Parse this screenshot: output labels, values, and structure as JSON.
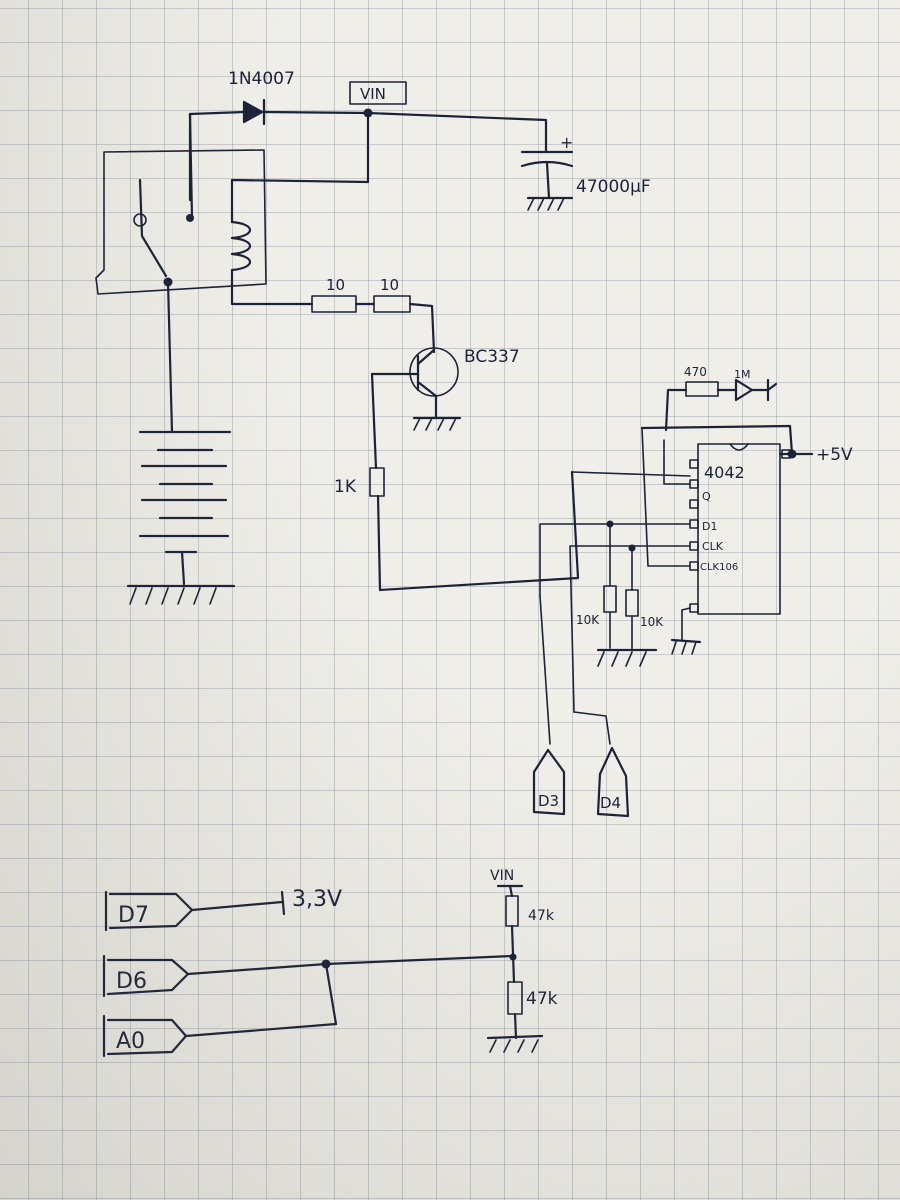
{
  "labels": {
    "diode": "1N4007",
    "vin_top": "VIN",
    "capacitor_plus": "+",
    "capacitor": "47000µF",
    "r1": "10",
    "r2": "10",
    "transistor": "BC337",
    "r_base": "1K",
    "r_led": "470",
    "led": "1M",
    "supply": "+5V",
    "ic": "4042",
    "ic_pin_q": "Q",
    "ic_pin_d1": "D1",
    "ic_pin_clk": "CLK",
    "ic_pin_clk106": "CLK106",
    "r_pull1": "10K",
    "r_pull2": "10K",
    "conn_d3": "D3",
    "conn_d4": "D4",
    "conn_d7": "D7",
    "conn_d6": "D6",
    "conn_a0": "A0",
    "v33": "3,3V",
    "vin_bottom": "VIN",
    "r_div1": "47k",
    "r_div2": "47k"
  },
  "colors": {
    "ink": "#1c2238",
    "paper": "#efeee8",
    "grid": "#8c91a0"
  }
}
